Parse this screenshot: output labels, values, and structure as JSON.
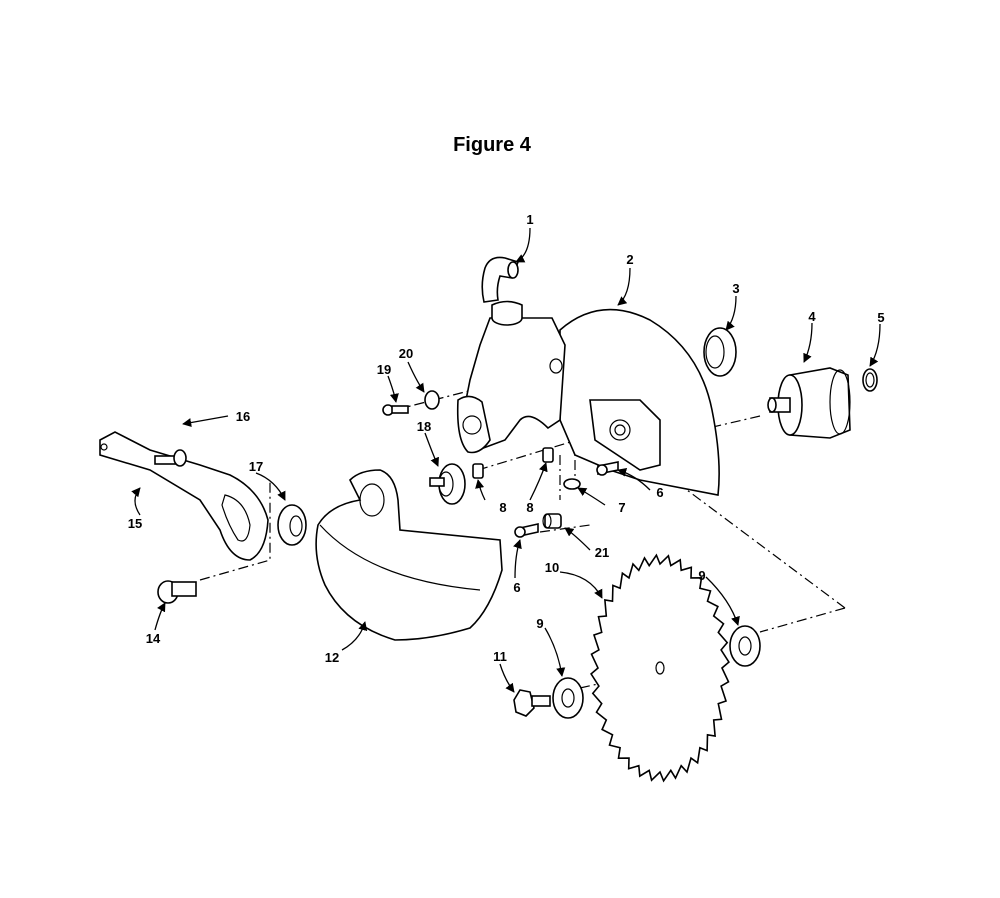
{
  "figure_title": "Figure 4",
  "callouts": [
    "1",
    "2",
    "3",
    "4",
    "5",
    "6",
    "6",
    "7",
    "8",
    "8",
    "9",
    "9",
    "10",
    "11",
    "12",
    "14",
    "15",
    "16",
    "17",
    "18",
    "19",
    "20",
    "21"
  ]
}
